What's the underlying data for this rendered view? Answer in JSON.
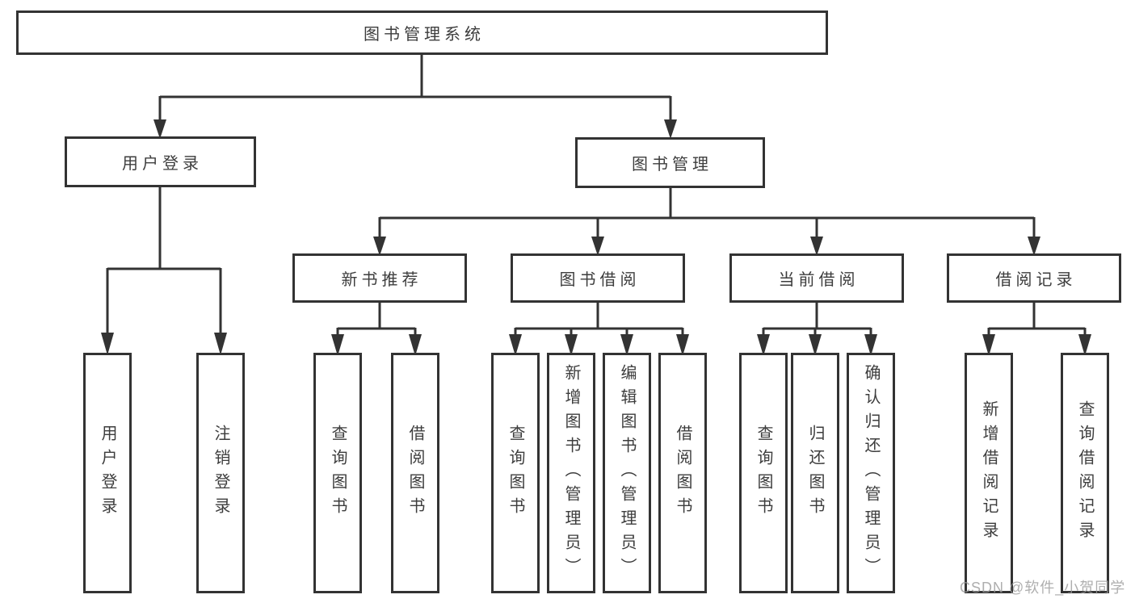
{
  "diagram": {
    "title": "图书管理系统",
    "root": {
      "label": "图书管理系统"
    },
    "level2": [
      {
        "label": "用户登录"
      },
      {
        "label": "图书管理"
      }
    ],
    "level3": [
      {
        "label": "新书推荐"
      },
      {
        "label": "图书借阅"
      },
      {
        "label": "当前借阅"
      },
      {
        "label": "借阅记录"
      }
    ],
    "leaves": [
      {
        "parent": "用户登录",
        "label": "用户登录"
      },
      {
        "parent": "用户登录",
        "label": "注销登录"
      },
      {
        "parent": "新书推荐",
        "label": "查询图书"
      },
      {
        "parent": "新书推荐",
        "label": "借阅图书"
      },
      {
        "parent": "图书借阅",
        "label": "查询图书"
      },
      {
        "parent": "图书借阅",
        "label": "新增图书（管理员）"
      },
      {
        "parent": "图书借阅",
        "label": "编辑图书（管理员）"
      },
      {
        "parent": "图书借阅",
        "label": "借阅图书"
      },
      {
        "parent": "当前借阅",
        "label": "查询图书"
      },
      {
        "parent": "当前借阅",
        "label": "归还图书"
      },
      {
        "parent": "当前借阅",
        "label": "确认归还（管理员）"
      },
      {
        "parent": "借阅记录",
        "label": "新增借阅记录"
      },
      {
        "parent": "借阅记录",
        "label": "查询借阅记录"
      }
    ],
    "colors": {
      "line": "#333333",
      "border": "#333333",
      "text": "#3d3d3d",
      "watermark": "#9a9a9a"
    }
  },
  "watermark": {
    "text": "CSDN @软件_小贺同学"
  }
}
